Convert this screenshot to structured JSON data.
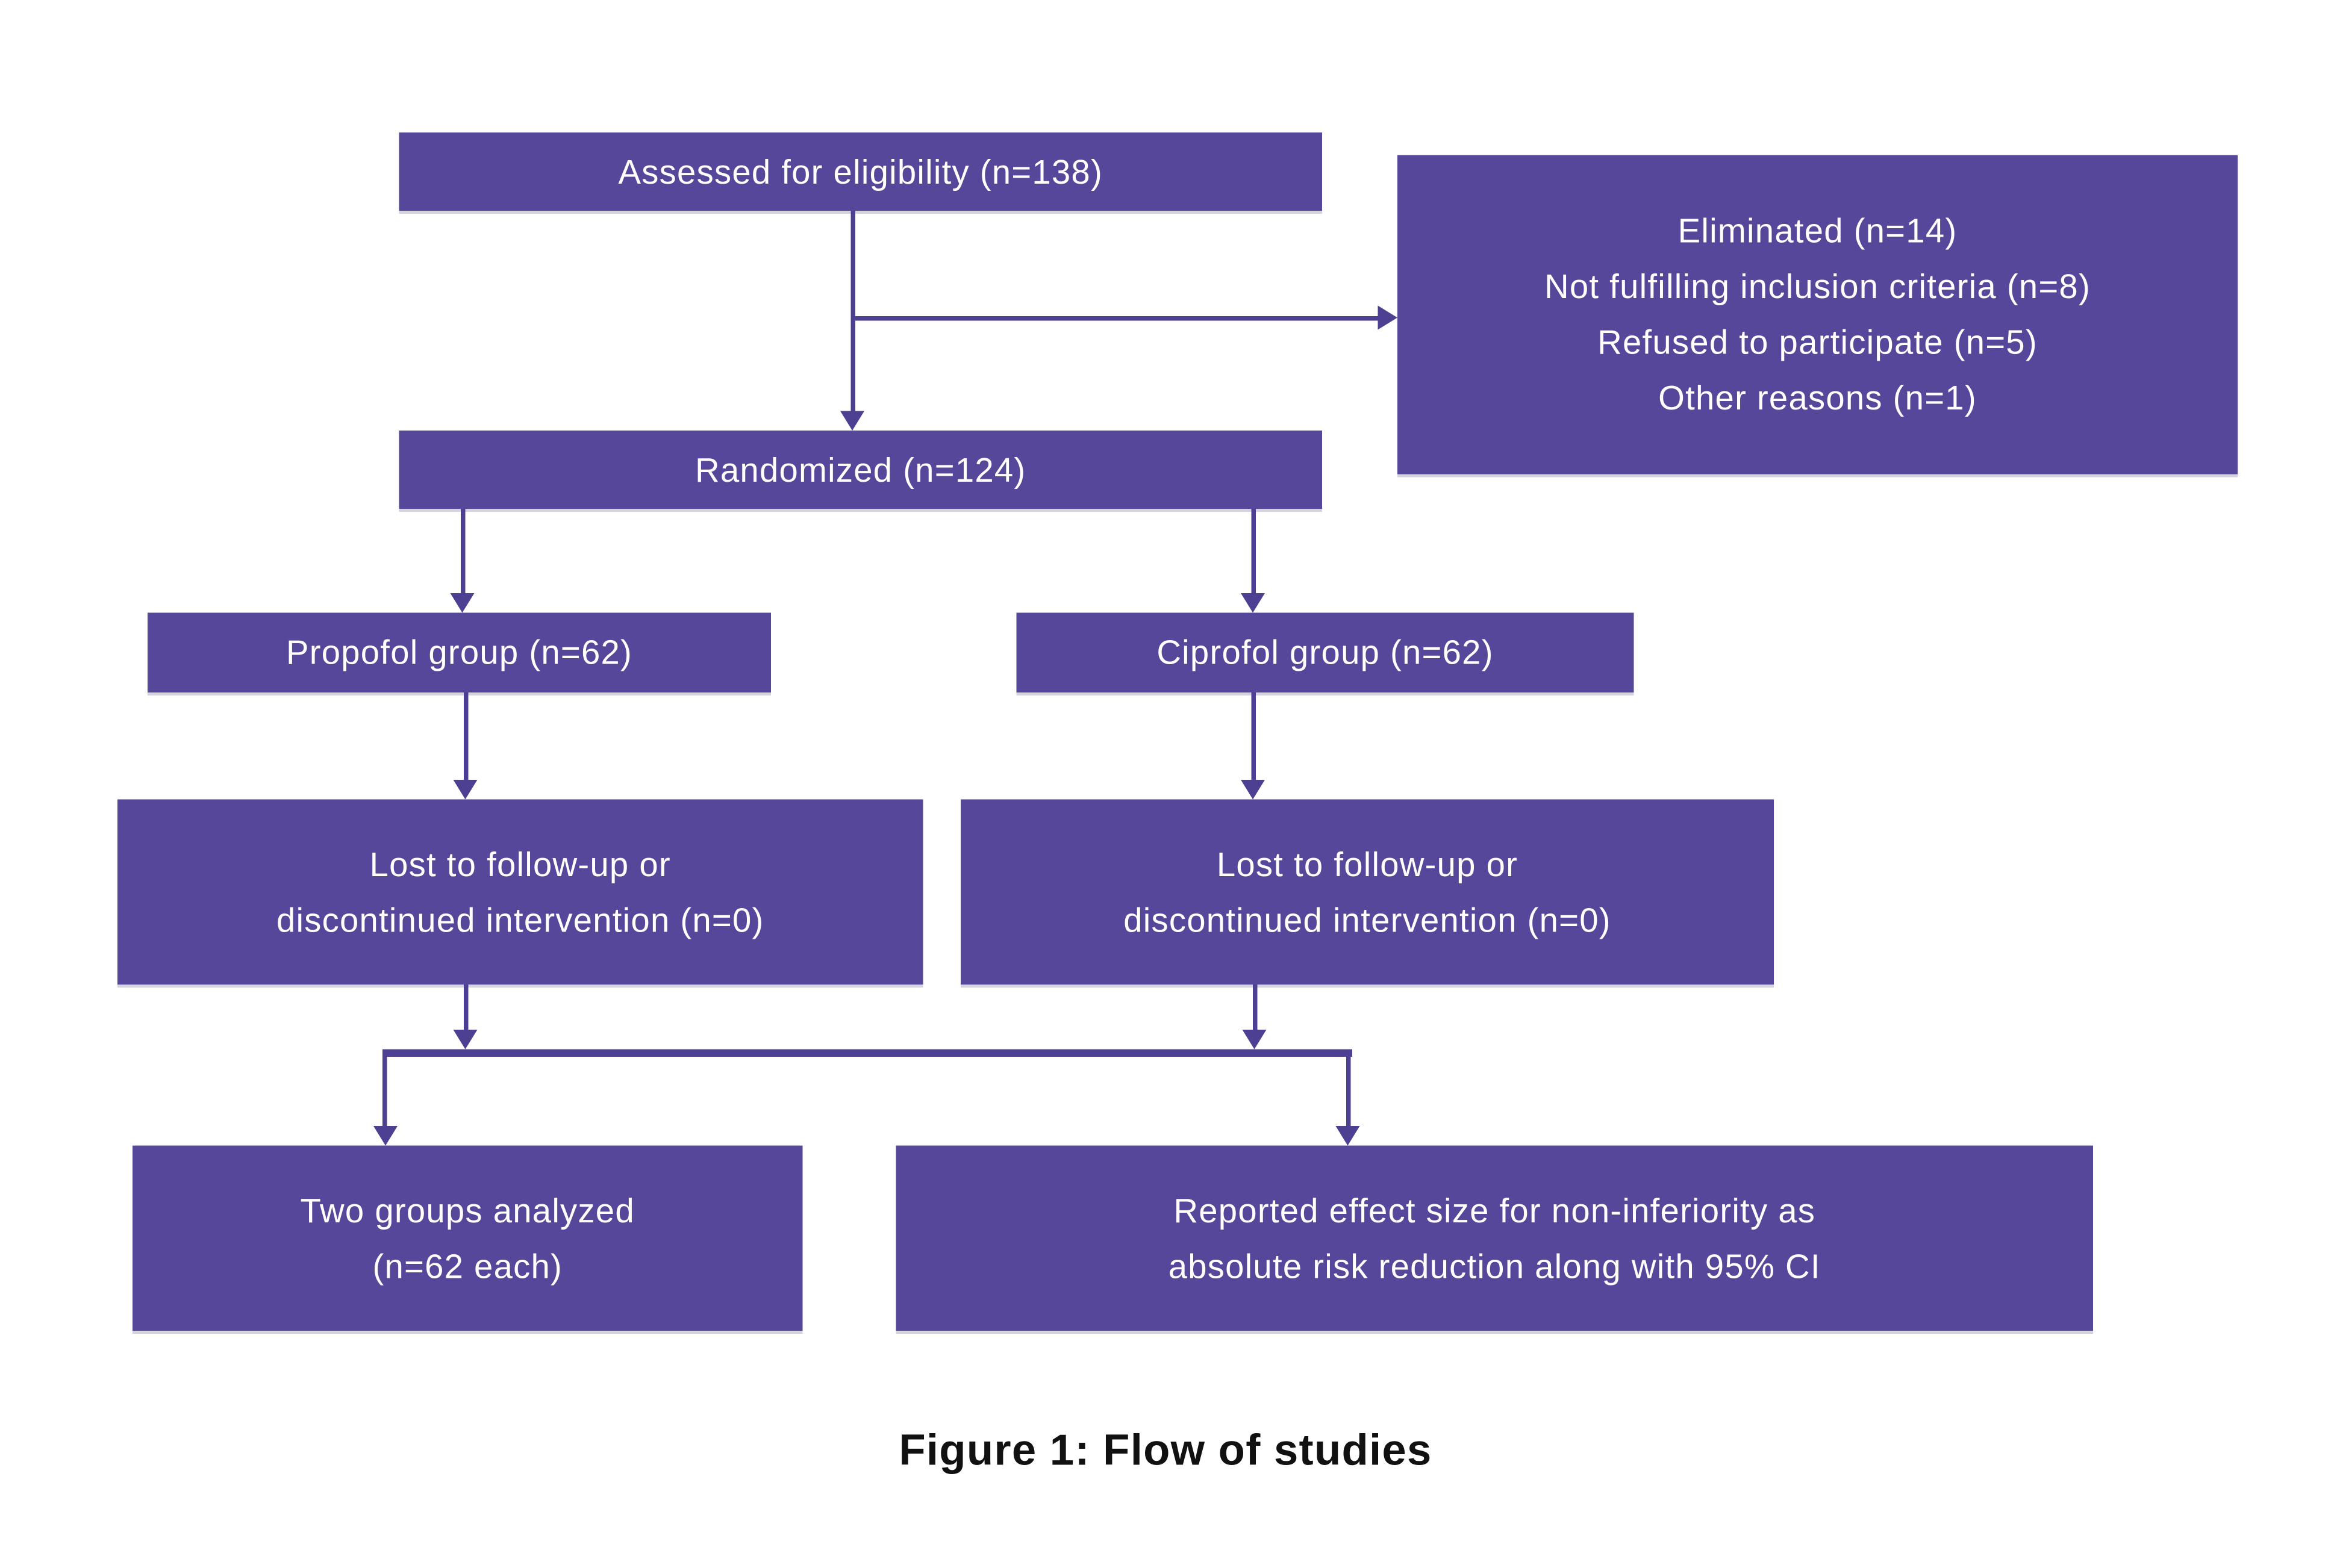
{
  "figure": {
    "caption": "Figure 1: Flow of studies"
  },
  "colors": {
    "box": "#57479a",
    "line": "#4d3f92",
    "text": "#ffffff",
    "caption": "#111111"
  },
  "boxes": {
    "assessed": {
      "text": "Assessed for eligibility (n=138)"
    },
    "eliminated": {
      "lines": [
        "Eliminated (n=14)",
        "Not fulfilling inclusion criteria (n=8)",
        "Refused to participate (n=5)",
        "Other reasons (n=1)"
      ]
    },
    "randomized": {
      "text": "Randomized (n=124)"
    },
    "propofol": {
      "text": "Propofol group (n=62)"
    },
    "ciprofol": {
      "text": "Ciprofol group (n=62)"
    },
    "lost_left": {
      "lines": [
        "Lost to follow-up or",
        "discontinued intervention (n=0)"
      ]
    },
    "lost_right": {
      "lines": [
        "Lost to follow-up or",
        "discontinued intervention (n=0)"
      ]
    },
    "analyzed": {
      "lines": [
        "Two groups analyzed",
        "(n=62 each)"
      ]
    },
    "reported": {
      "lines": [
        "Reported effect size for non-inferiority as",
        "absolute risk reduction along with 95% CI"
      ]
    }
  }
}
